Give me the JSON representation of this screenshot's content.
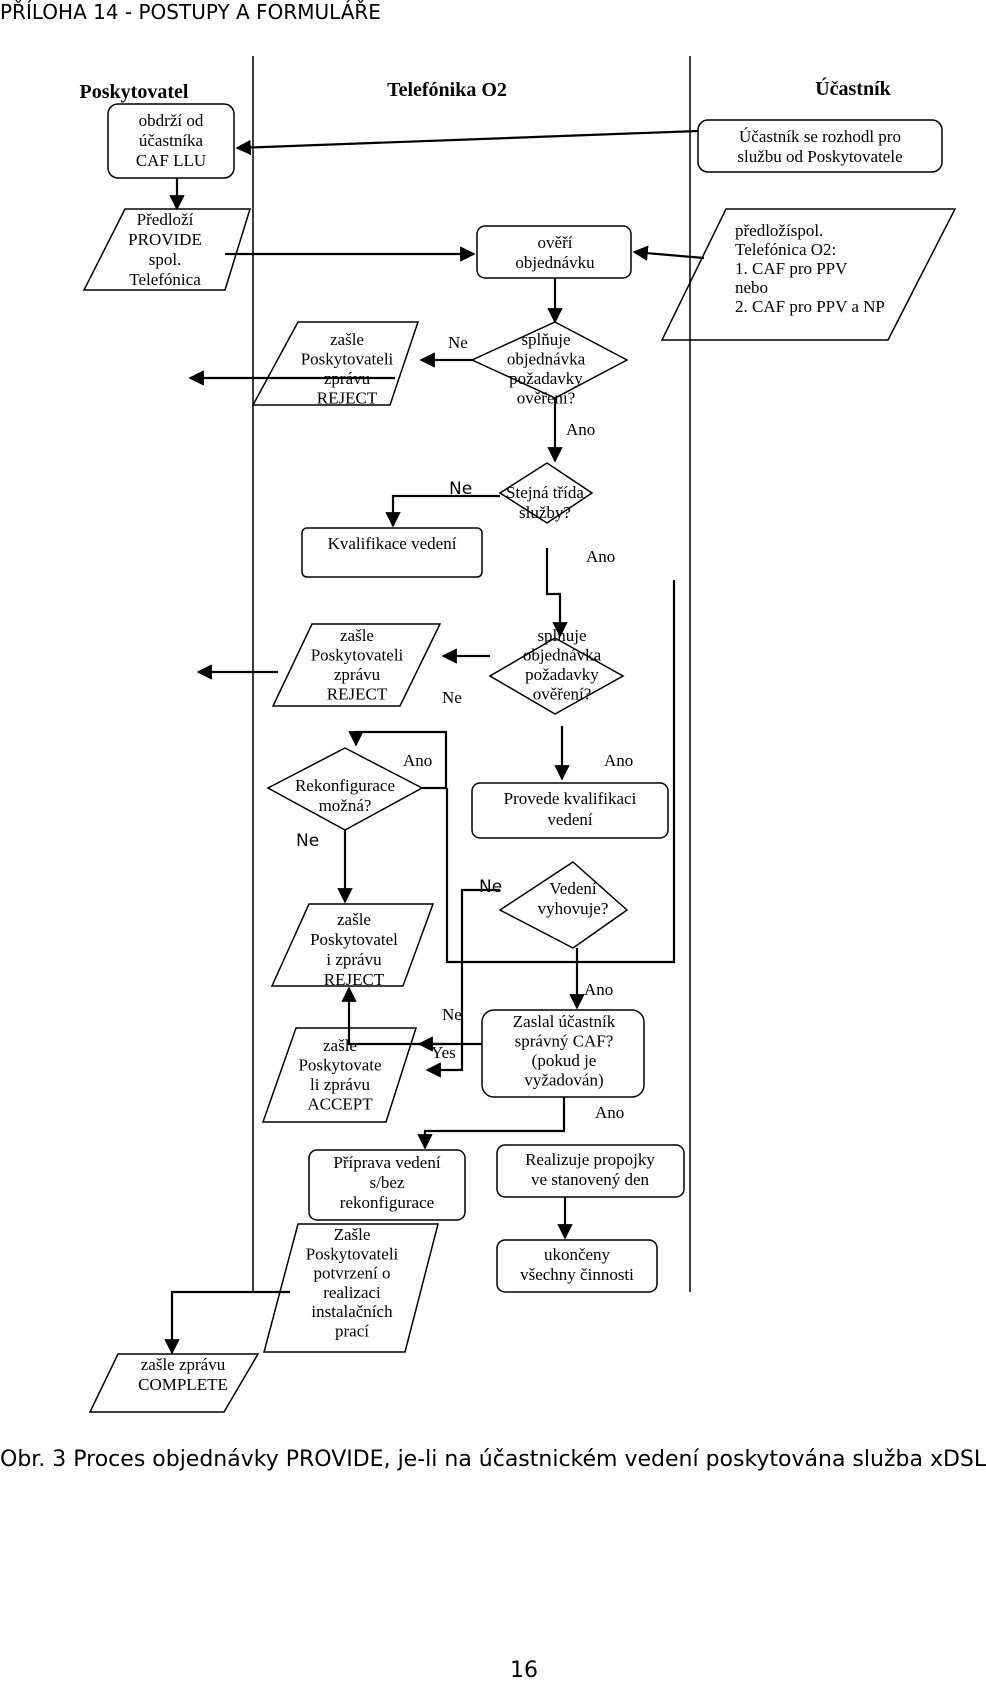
{
  "header": "PŘÍLOHA 14 - POSTUPY A FORMULÁŘE",
  "lanes": {
    "provider": "Poskytovatel",
    "o2": "Telefónika O2",
    "customer": "Účastník"
  },
  "nodes": {
    "obdrzi": [
      "obdrží od",
      "účastníka",
      "CAF LLU"
    ],
    "ucastnik_rozhodl": [
      "Účastník se rozhodl pro",
      "službu od Poskytovatele"
    ],
    "predlozi": [
      "Předloží",
      "PROVIDE",
      "spol.",
      "Telefónica"
    ],
    "overi": [
      "ověří",
      "objednávku"
    ],
    "predlozispol": [
      "předložíspol.",
      "Telefónica O2:",
      "1. CAF pro PPV",
      "nebo",
      "2. CAF pro PPV a NP"
    ],
    "reject1": [
      "zašle",
      "Poskytovateli",
      "zprávu",
      "REJECT"
    ],
    "splnuje1": [
      "splňuje",
      "objednávka",
      "požadavky",
      "ověření?"
    ],
    "stejna": [
      "Stejná třída",
      "služby?"
    ],
    "kvalifikace": [
      "Kvalifikace vedení"
    ],
    "reject2": [
      "zašle",
      "Poskytovateli",
      "zprávu",
      "REJECT"
    ],
    "splnuje2": [
      "splňuje",
      "objednávka",
      "požadavky",
      "ověření?"
    ],
    "rekonfigurace": [
      "Rekonfigurace",
      "možná?"
    ],
    "provede": [
      "Provede kvalifikaci",
      "vedení"
    ],
    "reject3": [
      "zašle",
      "Poskytovatel",
      "i zprávu",
      "REJECT"
    ],
    "vyhovuje": [
      "Vedení",
      "vyhovuje?"
    ],
    "accept": [
      "zašle",
      "Poskytovate",
      "li zprávu",
      "ACCEPT"
    ],
    "zaslal": [
      "Zaslal účastník",
      "správný CAF?",
      "(pokud je",
      "vyžadován)"
    ],
    "priprava": [
      "Příprava  vedení",
      "s/bez",
      "rekonfigurace"
    ],
    "realizuje": [
      "Realizuje propojky",
      "ve stanovený den"
    ],
    "potvrzeni": [
      "Zašle",
      "Poskytovateli",
      "potvrzení o",
      "realizaci",
      "instalačních",
      "prací"
    ],
    "ukonceny": [
      "ukončeny",
      "všechny činnosti"
    ],
    "complete": [
      "zašle zprávu",
      "COMPLETE"
    ]
  },
  "labels": {
    "ne1": "Ne",
    "ano1": "Ano",
    "ne2": "Ne",
    "ano2": "Ano",
    "ne3": "Ne",
    "ano3": "Ano",
    "ano4": "Ano",
    "ne4": "Ne",
    "ne5": "Ne",
    "ano5": "Ano",
    "ne6": "Ne",
    "yes": "Yes",
    "ano6": "Ano"
  },
  "caption": "Obr. 3 Proces objednávky PROVIDE, je-li na účastnickém vedení poskytována služba xDSL",
  "page_number": "16"
}
